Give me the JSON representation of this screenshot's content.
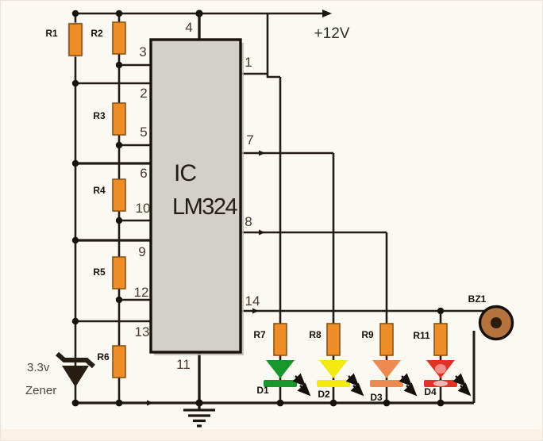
{
  "power_rail": {
    "voltage_label": "+12V"
  },
  "ic": {
    "designator": "IC",
    "part_number": "LM324"
  },
  "pins": {
    "p1": "1",
    "p2": "2",
    "p3": "3",
    "p4": "4",
    "p5": "5",
    "p6": "6",
    "p7": "7",
    "p8": "8",
    "p9": "9",
    "p10": "10",
    "p11": "11",
    "p12": "12",
    "p13": "13",
    "p14": "14"
  },
  "resistors": {
    "r1": "R1",
    "r2": "R2",
    "r3": "R3",
    "r4": "R4",
    "r5": "R5",
    "r6": "R6",
    "r7": "R7",
    "r8": "R8",
    "r9": "R9",
    "r11": "R11"
  },
  "leds": {
    "d1": "D1",
    "d2": "D2",
    "d3": "D3",
    "d4": "D4"
  },
  "buzzer": {
    "label": "BZ1"
  },
  "zener": {
    "value": "3.3v",
    "type": "Zener"
  },
  "colors": {
    "wire": "#221c16",
    "resistor_fill": "#EE8C28",
    "ic_fill": "#d3cfca",
    "led_green": "#17962b",
    "led_yellow": "#f2ea10",
    "led_orange": "#ec8a50",
    "led_red": "#e03226",
    "buzzer_fill": "#b4733c",
    "buzzer_core": "#2d1b10",
    "zener_fill": "#281d13",
    "junction_dot": "#17120e"
  }
}
